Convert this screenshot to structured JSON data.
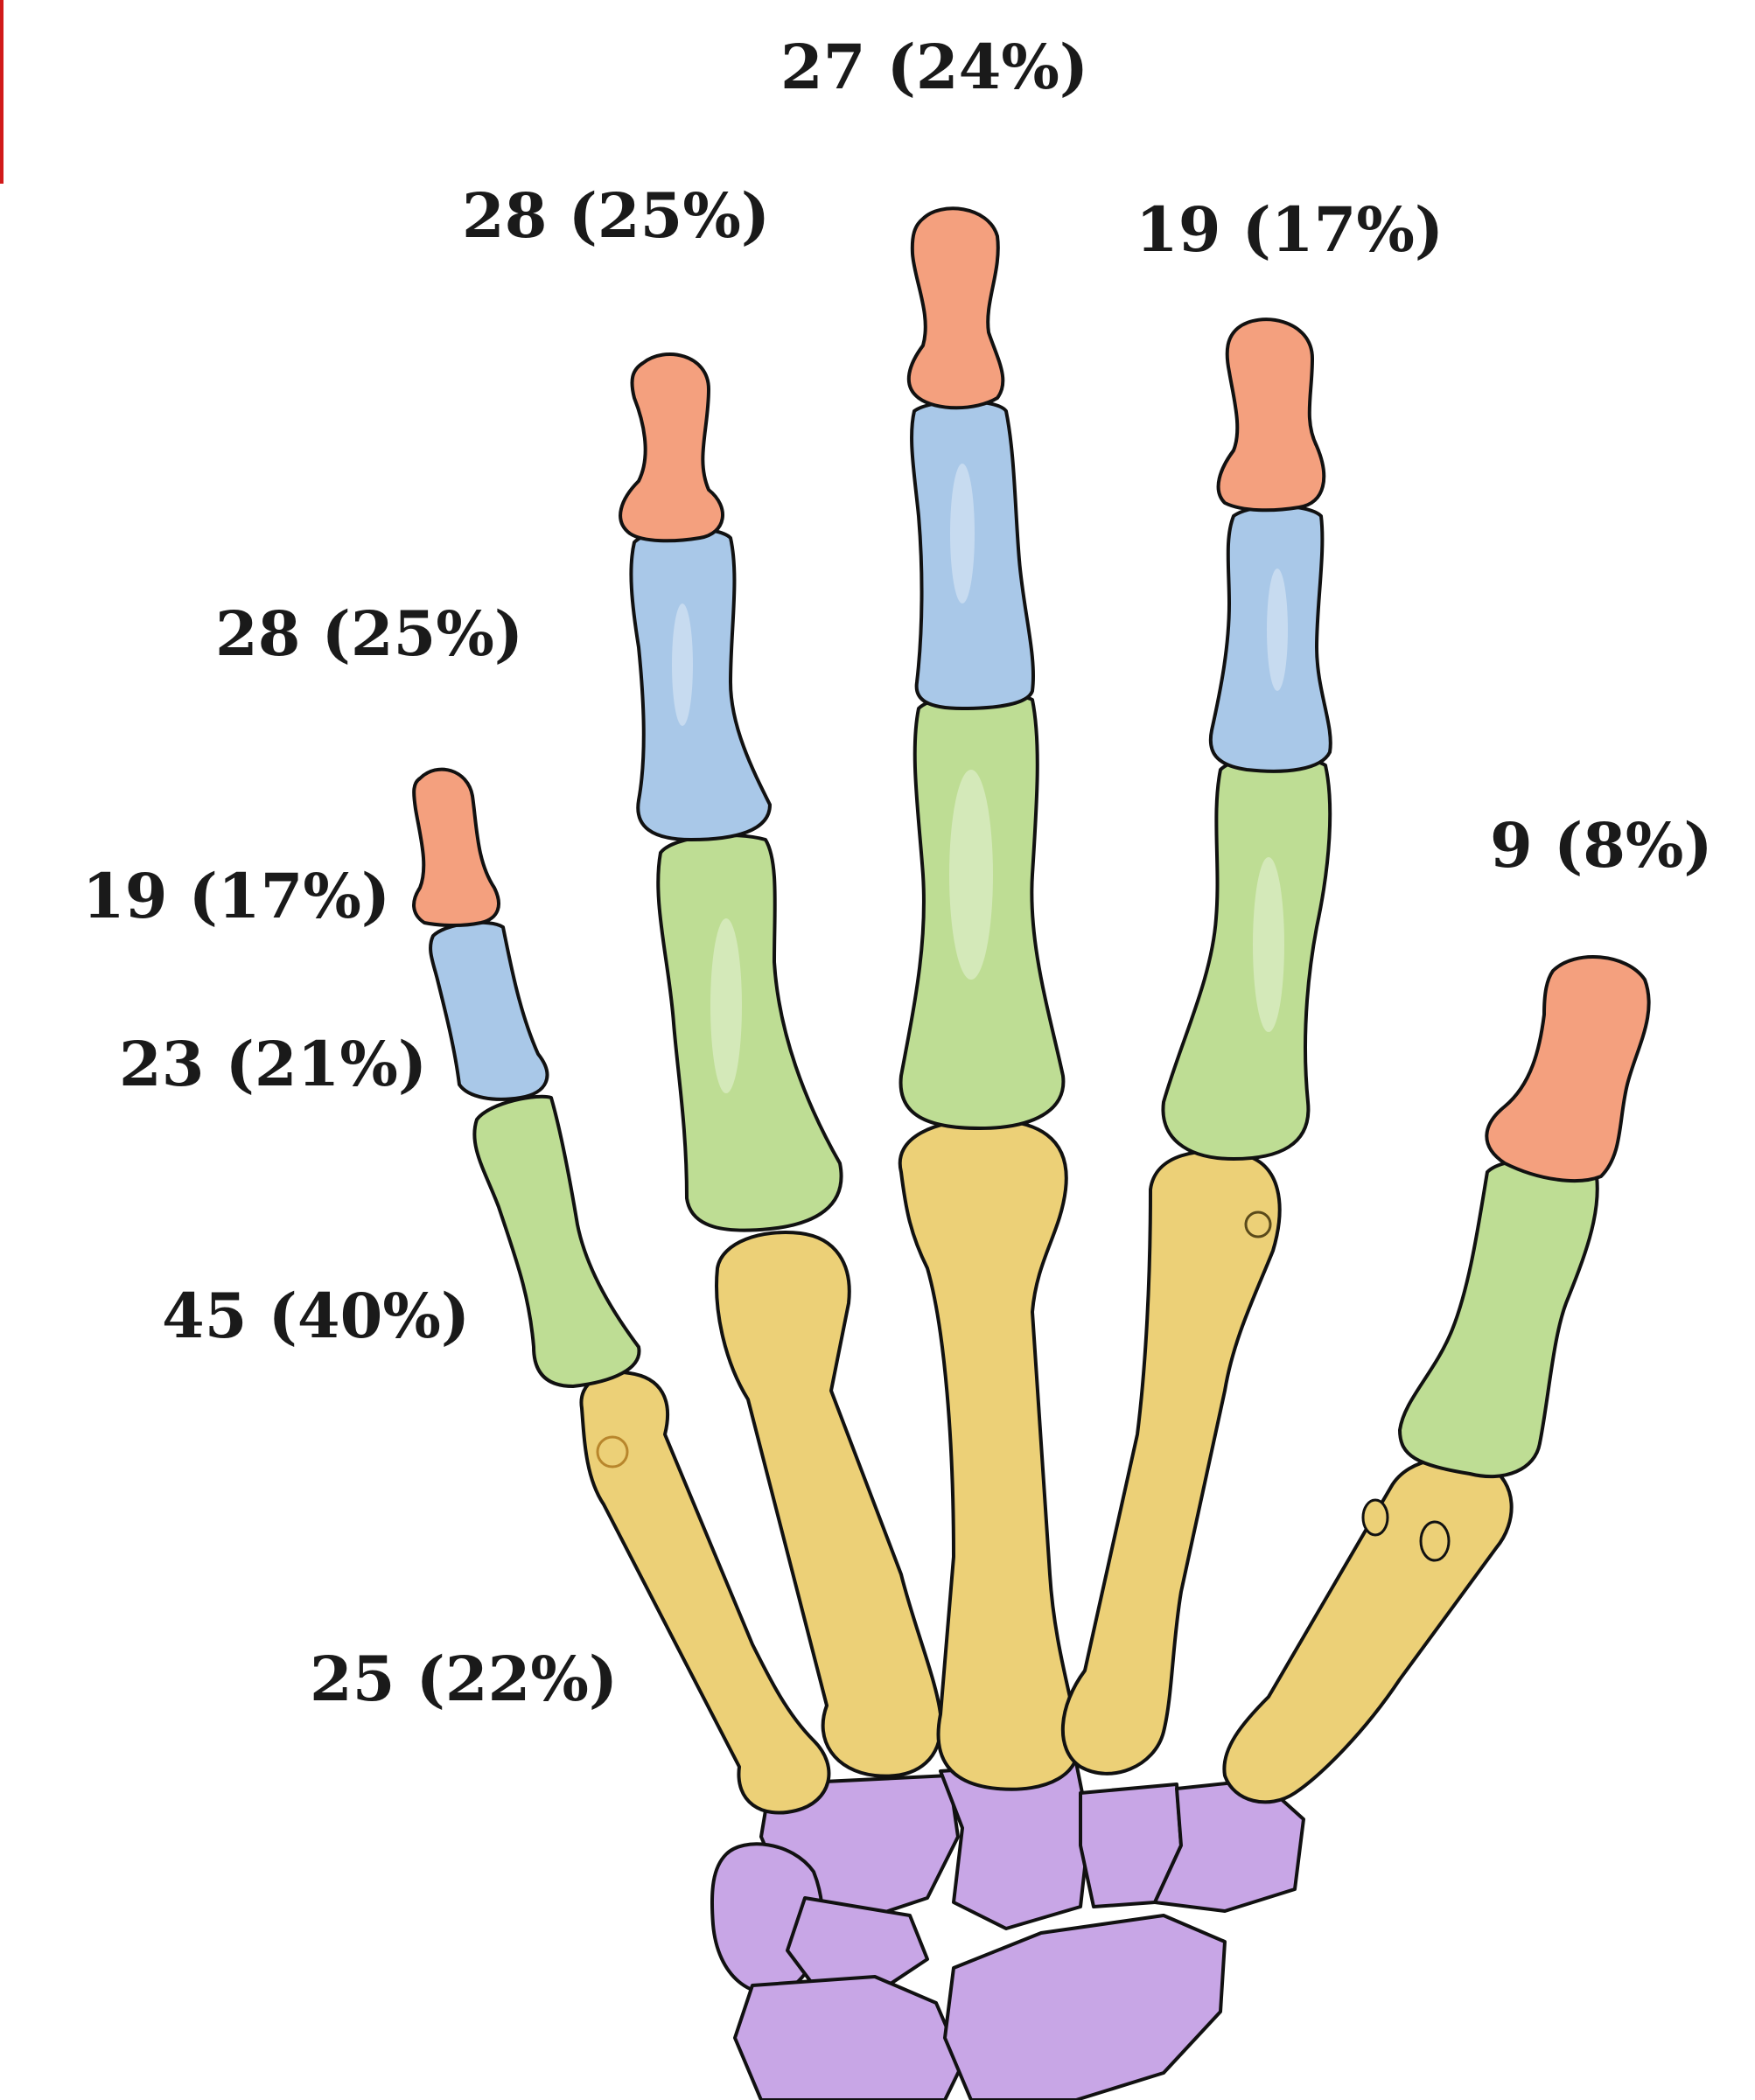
{
  "colors": {
    "distal_phalanx": "#f4a07e",
    "middle_phalanx": "#a9c8e8",
    "proximal_phalanx": "#bedd94",
    "metacarpal": "#ecd077",
    "carpal": "#c8a6e6",
    "accent_bar": "#d11a1a"
  },
  "labels": {
    "middle_tip": "27 (24%)",
    "index_tip": "28 (25%)",
    "ring_tip": "19 (17%)",
    "middle_phalanges": "28 (25%)",
    "thumb_tip": "9 (8%)",
    "little_tip": "19 (17%)",
    "little_middle": "23 (21%)",
    "proximal_phalanges": "45 (40%)",
    "metacarpals": "25 (22%)"
  }
}
